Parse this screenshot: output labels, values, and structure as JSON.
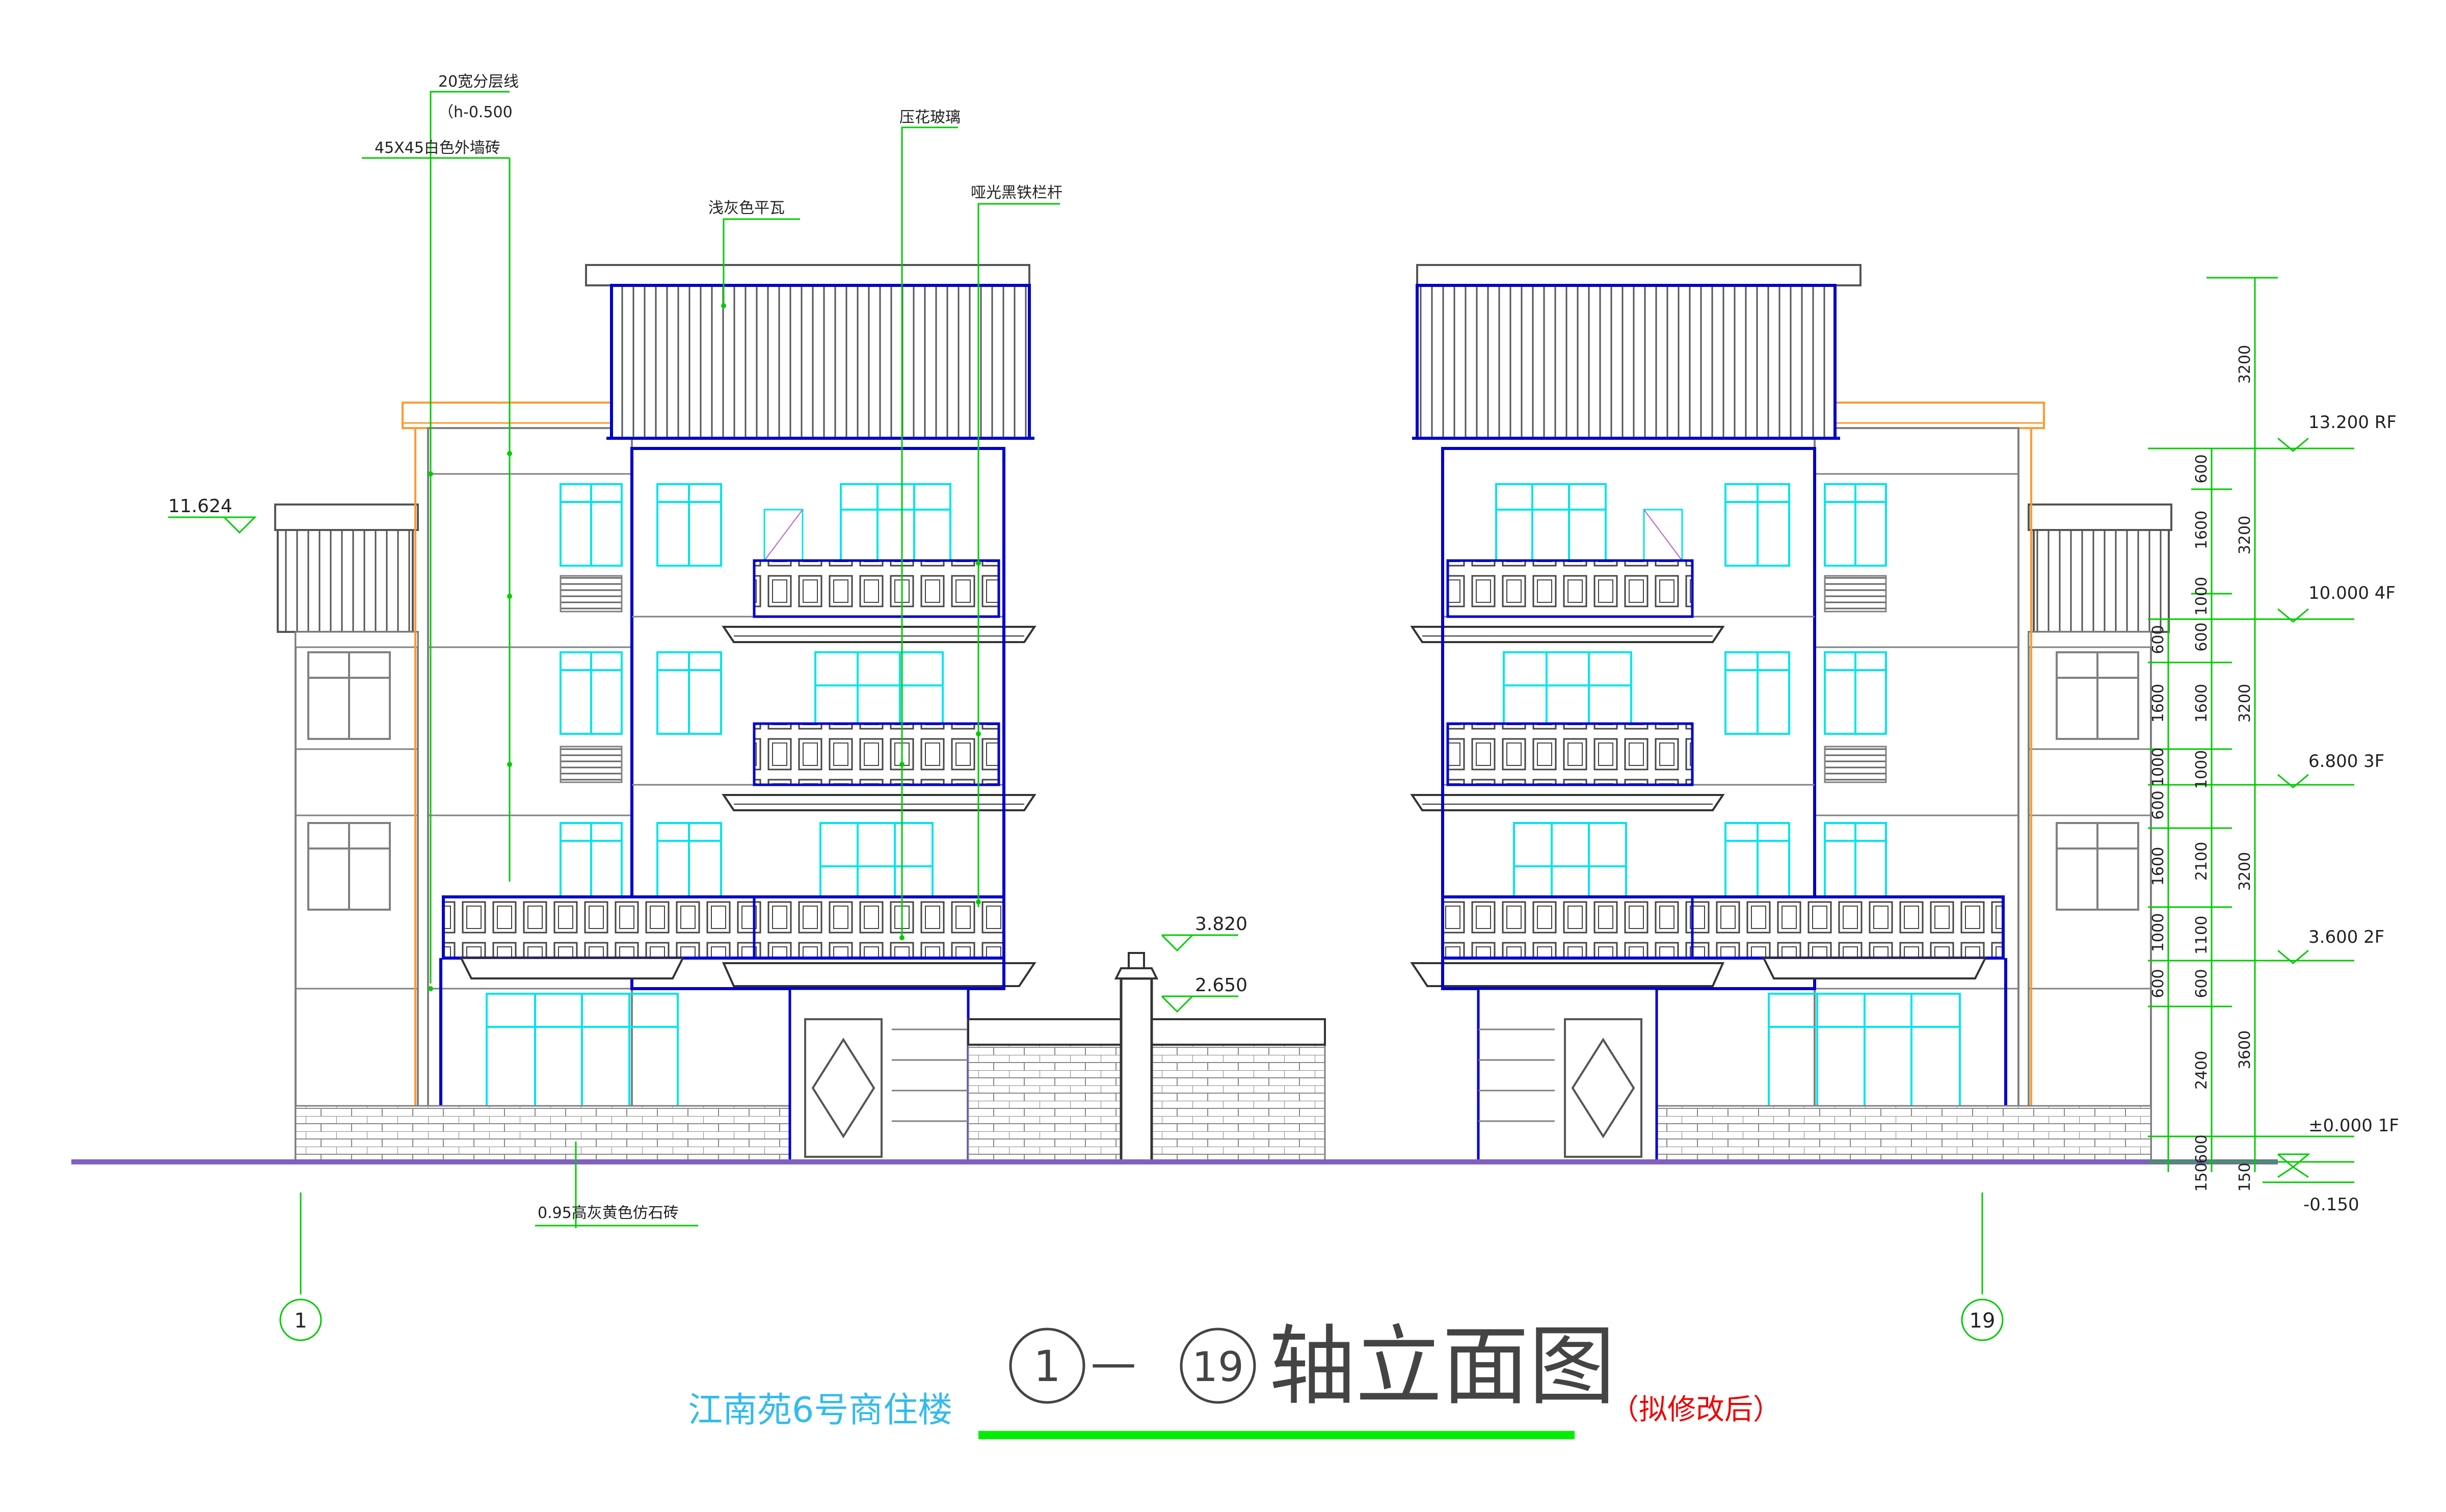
{
  "title": {
    "project": "江南苑6号商住楼",
    "axis_from": "1",
    "axis_dash": "—",
    "axis_to": "19",
    "drawing_name": "轴立面图",
    "note": "（拟修改后）"
  },
  "annotations": {
    "floor_line": "20宽分层线",
    "floor_line_offset": "（h-0.500",
    "wall_tile": "45X45白色外墙砖",
    "roof_tile": "浅灰色平瓦",
    "glass": "压花玻璃",
    "railing": "哑光黑铁栏杆",
    "base_stone": "0.95高灰黄色仿石砖"
  },
  "levels": {
    "left_roof": "11.624",
    "gate_top": "3.820",
    "gate_wall": "2.650",
    "rf": "13.200 RF",
    "f4": "10.000 4F",
    "f3": "6.800 3F",
    "f2": "3.600 2F",
    "f1": "±0.000 1F",
    "ground": "-0.150"
  },
  "axes": {
    "left": "1",
    "right": "19"
  },
  "dims_outer": [
    "3200",
    "3200",
    "3200",
    "3200",
    "3600",
    "150"
  ],
  "dims_middle": [
    "600",
    "1600",
    "1000",
    "600",
    "1600",
    "1000",
    "2100",
    "1100",
    "600",
    "2400",
    "600",
    "150"
  ],
  "dims_inner": [
    "600",
    "1600",
    "1000",
    "600",
    "1600",
    "1000",
    "600"
  ],
  "colors": {
    "outline": "#808080",
    "structure": "#0000cc",
    "window": "#00e5ee",
    "leader": "#00cc00",
    "ground": "#8060c0",
    "accent": "#ff9933",
    "title_project": "#33bbee",
    "title_note": "#ee0000",
    "underline": "#00ee00"
  }
}
